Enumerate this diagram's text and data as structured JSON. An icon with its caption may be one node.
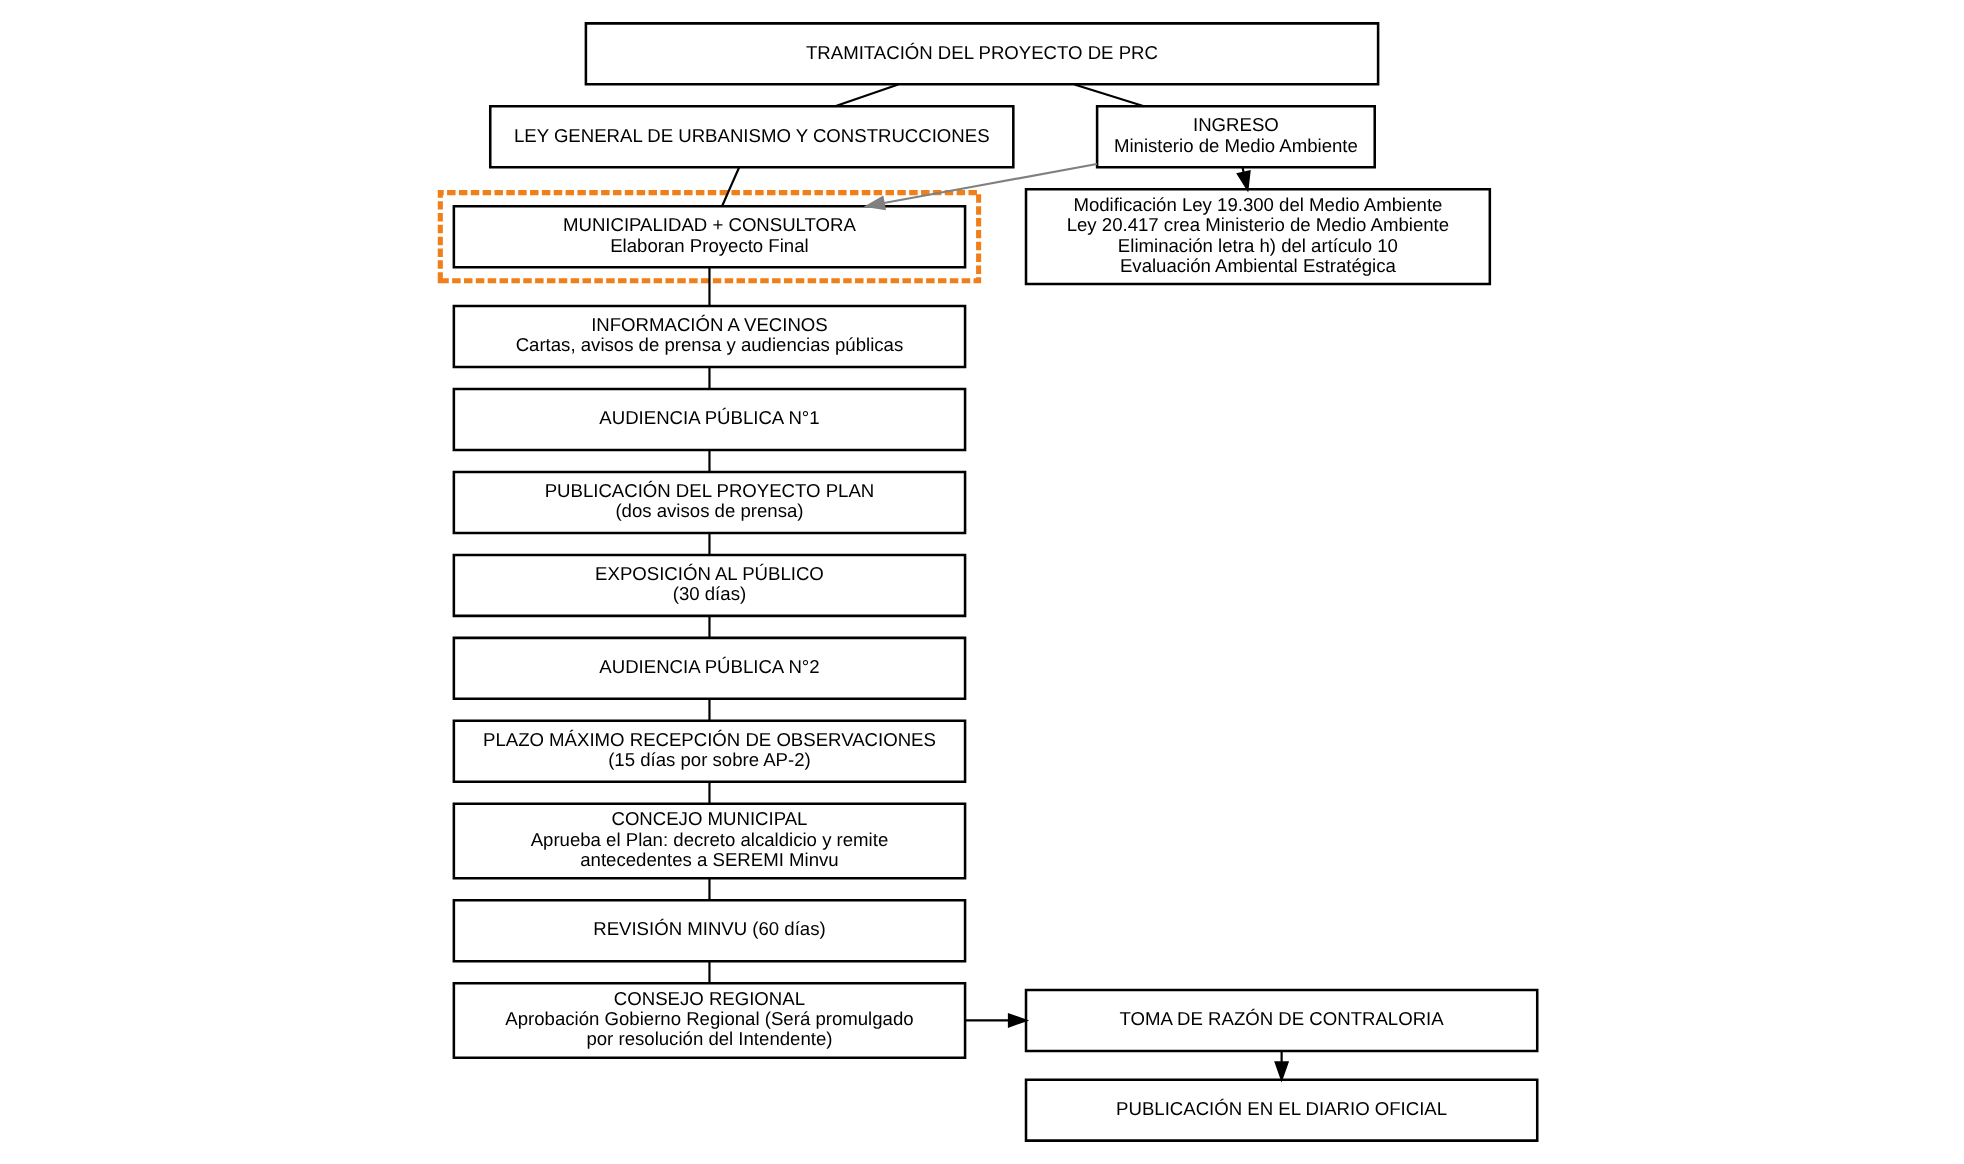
{
  "diagram": {
    "nodes": [
      {
        "text": [
          "TRAMITACIÓN DEL PROYECTO DE PRC"
        ]
      },
      {
        "text": [
          "LEY GENERAL DE URBANISMO Y CONSTRUCCIONES"
        ]
      },
      {
        "text": [
          "INGRESO",
          "Ministerio de Medio Ambiente"
        ]
      },
      {
        "text": [
          "Modificación Ley 19.300 del Medio Ambiente",
          "Ley 20.417 crea Ministerio de Medio Ambiente",
          "Eliminación letra h) del artículo 10",
          "Evaluación Ambiental Estratégica"
        ]
      },
      {
        "text": [],
        "shape": "box"
      },
      {
        "text": [
          "MUNICIPALIDAD + CONSULTORA",
          "Elaboran Proyecto Final"
        ],
        "in": 4
      },
      {
        "text": [
          "INFORMACIÓN A VECINOS",
          "Cartas, avisos de prensa y audiencias públicas"
        ]
      },
      {
        "text": [
          "AUDIENCIA PÚBLICA N°1"
        ]
      },
      {
        "text": [
          "PUBLICACIÓN DEL PROYECTO PLAN",
          "(dos avisos de prensa)"
        ]
      },
      {
        "text": [
          "EXPOSICIÓN AL PÚBLICO",
          "(30 días)"
        ]
      },
      {
        "text": [
          "AUDIENCIA PÚBLICA N°2"
        ]
      },
      {
        "text": [
          "PLAZO MÁXIMO RECEPCIÓN DE OBSERVACIONES",
          "(15 días por sobre AP-2)"
        ]
      },
      {
        "text": [
          "CONCEJO MUNICIPAL",
          "Aprueba el Plan: decreto alcaldicio y remite antecedentes a SEREMI Minvu"
        ]
      },
      {
        "text": [
          "REVISIÓN MINVU (60 días)"
        ]
      },
      {
        "text": [
          "CONSEJO REGIONAL",
          "Aprobación Gobierno Regional (Será promulgado por resolución del Intendente)"
        ]
      },
      {
        "text": [
          "TOMA DE RAZÓN DE CONTRALORIA"
        ]
      },
      {
        "text": [
          "PUBLICACIÓN EN EL DIARIO OFICIAL"
        ]
      }
    ],
    "edges": [
      {
        "from": 0,
        "to": 1,
        "arrow": "none"
      },
      {
        "from": 0,
        "to": 2,
        "arrow": "none"
      },
      {
        "from": 2,
        "to": 3,
        "arrow": "to"
      },
      {
        "from": 1,
        "to": 5,
        "arrow": "none"
      },
      {
        "from": 2,
        "to": 5,
        "arrow": "to",
        "color": "#808080"
      },
      {
        "from": 5,
        "to": 6,
        "arrow": "none"
      },
      {
        "from": 6,
        "to": 7,
        "arrow": "none"
      },
      {
        "from": 7,
        "to": 8,
        "arrow": "none"
      },
      {
        "from": 8,
        "to": 9,
        "arrow": "none"
      },
      {
        "from": 9,
        "to": 10,
        "arrow": "none"
      },
      {
        "from": 10,
        "to": 11,
        "arrow": "none"
      },
      {
        "from": 11,
        "to": 12,
        "arrow": "none"
      },
      {
        "from": 12,
        "to": 13,
        "arrow": "none"
      },
      {
        "from": 13,
        "to": 14,
        "arrow": "none"
      },
      {
        "from": 14,
        "to": 15,
        "arrow": "to"
      },
      {
        "from": 15,
        "to": 16,
        "arrow": "to"
      }
    ]
  }
}
